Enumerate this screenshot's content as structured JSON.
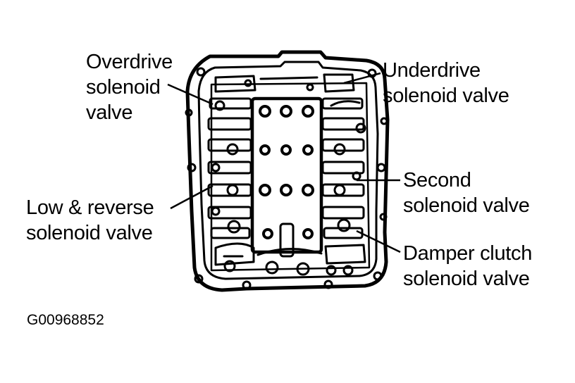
{
  "labels": {
    "overdrive": [
      "Overdrive",
      "solenoid",
      "valve"
    ],
    "underdrive": [
      "Underdrive",
      "solenoid valve"
    ],
    "second": [
      "Second",
      "solenoid valve"
    ],
    "low_reverse": [
      "Low & reverse",
      "solenoid valve"
    ],
    "damper": [
      "Damper clutch",
      "solenoid valve"
    ]
  },
  "figure_id": "G00968852"
}
